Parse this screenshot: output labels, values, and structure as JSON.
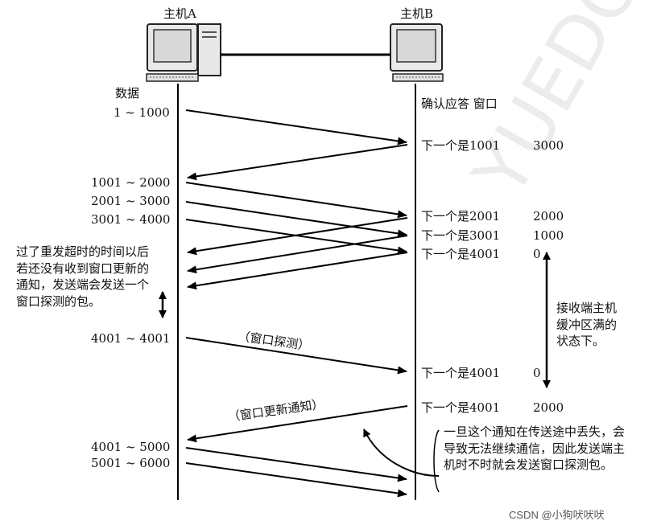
{
  "hosts": {
    "a_label": "主机A",
    "b_label": "主机B"
  },
  "headers": {
    "data": "数据",
    "ack_window": "确认应答 窗口"
  },
  "sent_data": {
    "r1": "1 ~ 1000",
    "r2": "1001 ~ 2000",
    "r3": "2001 ~ 3000",
    "r4": "3001 ~ 4000",
    "r5": "4001 ~ 4001",
    "r6": "4001 ~ 5000",
    "r7": "5001 ~ 6000"
  },
  "acks": [
    {
      "text": "下一个是1001",
      "window": "3000"
    },
    {
      "text": "下一个是2001",
      "window": "2000"
    },
    {
      "text": "下一个是3001",
      "window": "1000"
    },
    {
      "text": "下一个是4001",
      "window": "0"
    },
    {
      "text": "下一个是4001",
      "window": "0"
    },
    {
      "text": "下一个是4001",
      "window": "2000"
    }
  ],
  "labels": {
    "window_probe": "（窗口探测）",
    "window_update": "（窗口更新通知）"
  },
  "notes": {
    "timeout": "过了重发超时的时间以后若还没有收到窗口更新的通知，发送端会发送一个窗口探测的包。",
    "buffer_full": "接收端主机缓冲区满的状态下。",
    "lost": "一旦这个通知在传送途中丢失，会导致无法继续通信，因此发送端主机时不时就会发送窗口探测包。"
  },
  "watermark": "CSDN @小狗吠吠吠"
}
